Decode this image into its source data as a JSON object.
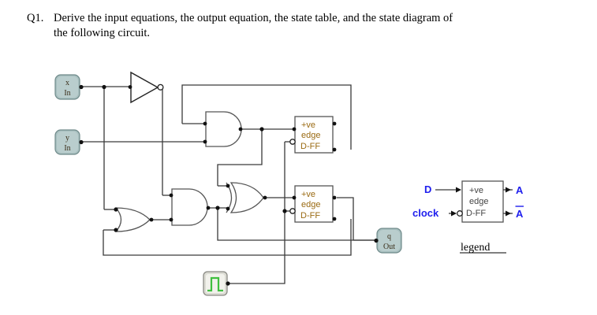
{
  "question": {
    "number": "Q1.",
    "line1": "Derive the input equations, the output equation, the state table, and the state diagram of",
    "line2": "the following circuit."
  },
  "circuit": {
    "inputs": [
      {
        "name": "x",
        "kind": "In",
        "label_top": "x",
        "label_bottom": "In"
      },
      {
        "name": "y",
        "kind": "In",
        "label_top": "y",
        "label_bottom": "In"
      }
    ],
    "outputs": [
      {
        "name": "q",
        "kind": "Out",
        "label_top": "q",
        "label_bottom": "Out"
      }
    ],
    "clock_source": {
      "name": "clock",
      "icon": "clock-pulse-icon",
      "color": "#3fbf3f"
    },
    "flipflops": [
      {
        "id": "ff1",
        "line1": "+ve",
        "line2": "edge",
        "line3": "D-FF"
      },
      {
        "id": "ff2",
        "line1": "+ve",
        "line2": "edge",
        "line3": "D-FF"
      }
    ],
    "gates": [
      {
        "id": "not1",
        "type": "NOT"
      },
      {
        "id": "and1",
        "type": "AND"
      },
      {
        "id": "or1",
        "type": "OR"
      },
      {
        "id": "and2",
        "type": "AND"
      },
      {
        "id": "xor1",
        "type": "XOR"
      }
    ]
  },
  "legend": {
    "title": "legend",
    "input_d": "D",
    "input_clock": "clock",
    "output_q": "A",
    "output_qbar": "A",
    "box": {
      "line1": "+ve",
      "line2": "edge",
      "line3": "D-FF"
    },
    "accent_color": "#2020ee"
  }
}
